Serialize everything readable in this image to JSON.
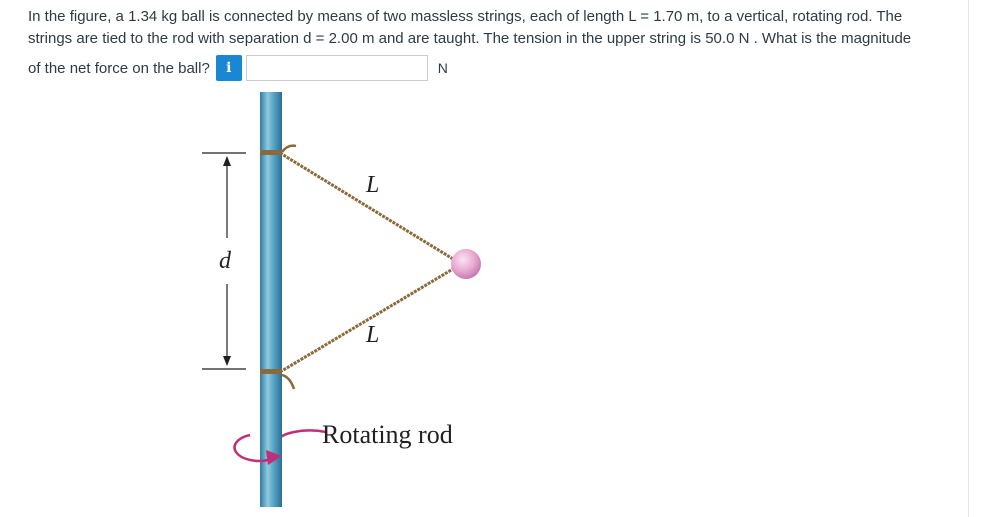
{
  "question": {
    "line1": "In the figure, a 1.34 kg ball is connected by means of two massless strings, each of length L = 1.70 m, to a vertical, rotating rod. The",
    "line2": "strings are tied to the rod with separation d = 2.00 m and are taught. The tension in the upper string is 50.0 N . What is the magnitude",
    "line3": "of the net force on the ball?"
  },
  "answer": {
    "info_label": "i",
    "value": "",
    "unit": "N"
  },
  "figure": {
    "label_upper_string": "L",
    "label_lower_string": "L",
    "label_separation": "d",
    "caption": "Rotating rod"
  },
  "colors": {
    "rod": "#4a97b8",
    "rope": "#8a6a3a",
    "ball": "#e8a8d2",
    "arrow": "#c0307a",
    "info_button": "#1a87d3"
  }
}
